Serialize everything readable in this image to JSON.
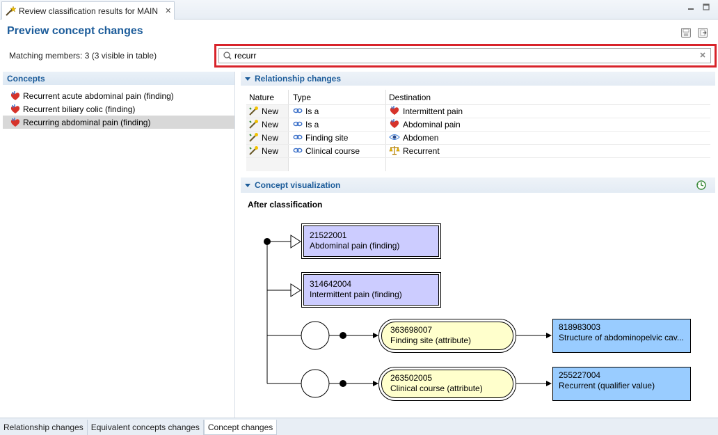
{
  "editor": {
    "tab_title": "Review classification results for MAIN",
    "close": "✕"
  },
  "form": {
    "title": "Preview concept changes"
  },
  "matching_members": "Matching members: 3 (3 visible in table)",
  "search": {
    "value": "recurr"
  },
  "concepts": {
    "header": "Concepts",
    "items": [
      {
        "label": "Recurrent acute abdominal pain (finding)",
        "selected": false
      },
      {
        "label": "Recurrent biliary colic (finding)",
        "selected": false
      },
      {
        "label": "Recurring abdominal pain (finding)",
        "selected": true
      }
    ]
  },
  "relationship_changes": {
    "header": "Relationship changes",
    "columns": {
      "nature": "Nature",
      "type": "Type",
      "destination": "Destination"
    },
    "rows": [
      {
        "nature": "New",
        "type": "Is a",
        "destination": "Intermittent pain",
        "dest_icon": "heart-icon"
      },
      {
        "nature": "New",
        "type": "Is a",
        "destination": "Abdominal pain",
        "dest_icon": "heart-icon"
      },
      {
        "nature": "New",
        "type": "Finding site",
        "destination": "Abdomen",
        "dest_icon": "eye-icon"
      },
      {
        "nature": "New",
        "type": "Clinical course",
        "destination": "Recurrent",
        "dest_icon": "scales-icon"
      }
    ]
  },
  "visualization": {
    "header": "Concept visualization",
    "subtitle": "After classification",
    "parents": [
      {
        "id": "21522001",
        "label": "Abdominal pain (finding)"
      },
      {
        "id": "314642004",
        "label": "Intermittent pain (finding)"
      }
    ],
    "attributes": [
      {
        "id": "363698007",
        "label": "Finding site (attribute)",
        "value_id": "818983003",
        "value_label": "Structure of abdominopelvic cav..."
      },
      {
        "id": "263502005",
        "label": "Clinical course (attribute)",
        "value_id": "255227004",
        "value_label": "Recurrent (qualifier value)"
      }
    ]
  },
  "bottom_tabs": [
    {
      "label": "Relationship changes",
      "active": false
    },
    {
      "label": "Equivalent concepts changes",
      "active": false
    },
    {
      "label": "Concept changes",
      "active": true
    }
  ],
  "colors": {
    "accent": "#1c5c9a",
    "highlight": "#d8232a",
    "primitive": "#ccccff",
    "attribute": "#ffffcc",
    "value": "#99ccff"
  }
}
